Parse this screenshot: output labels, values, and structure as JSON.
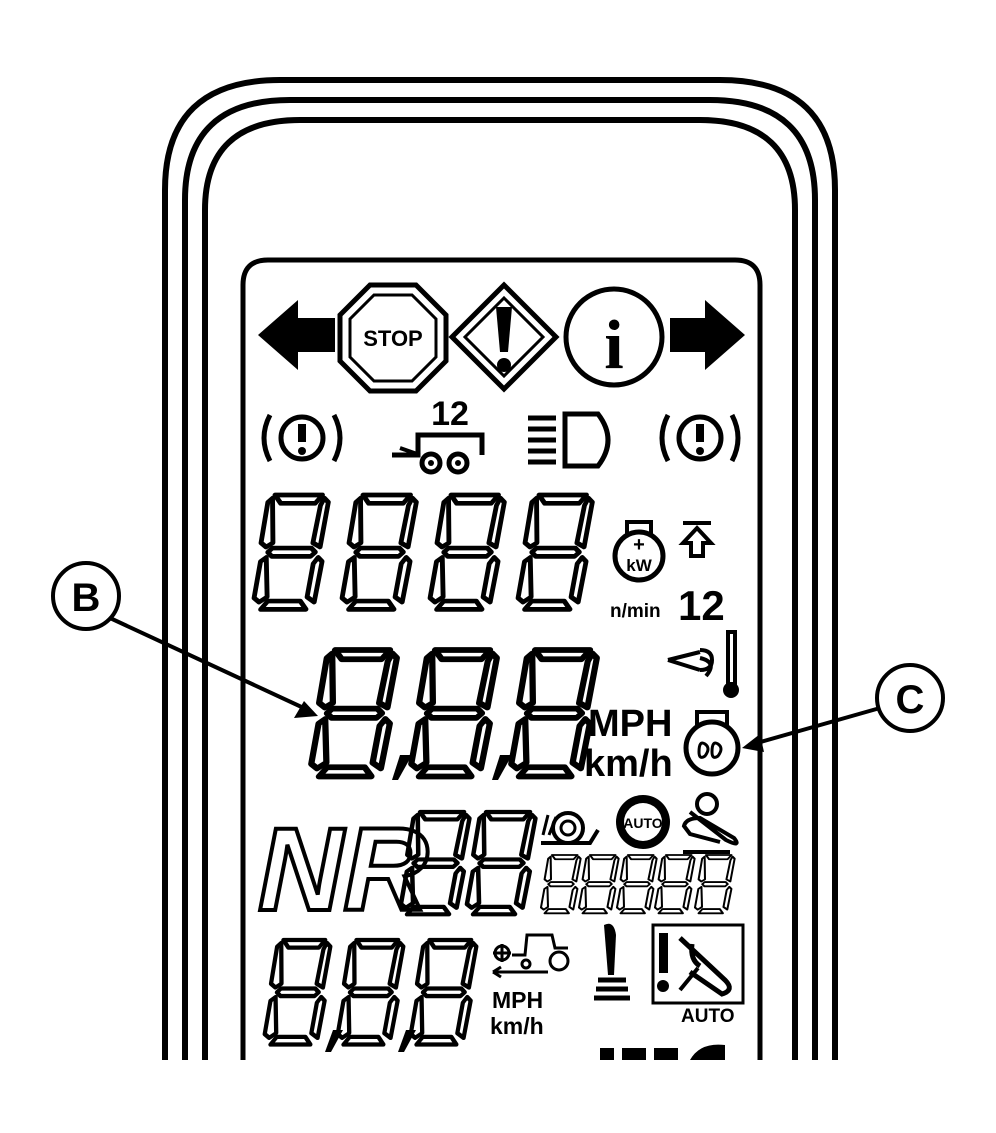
{
  "labels": {
    "stop": "STOP",
    "info": "i",
    "trailer_number": "12",
    "power_limit_number": "12",
    "rpm_unit": "n/min",
    "kw": "kW",
    "speed_unit_mph": "MPH",
    "speed_unit_kmh": "km/h",
    "gear_letters": "NR",
    "auto_badge": "AUTO",
    "small_speed_mph": "MPH",
    "small_speed_kmh": "km/h",
    "seat_auto": "AUTO"
  },
  "callouts": {
    "b": "B",
    "c": "C"
  },
  "icons": {
    "turn_left": "arrow-left-icon",
    "stop": "stop-sign-icon",
    "warning": "warning-diamond-icon",
    "info": "info-circle-icon",
    "turn_right": "arrow-right-icon",
    "brake_left": "brake-warning-icon",
    "trailer": "trailer-icon",
    "headlight": "high-beam-icon",
    "brake_right": "brake-warning-icon",
    "engine_power": "engine-power-boost-icon",
    "up_arrow": "upshift-arrow-icon",
    "exhaust_temp": "exhaust-temperature-icon",
    "engine_preheat": "engine-glow-plug-icon",
    "snail": "creeper-snail-icon",
    "auto_gear": "auto-shift-gear-icon",
    "pto_hand": "hand-throttle-icon",
    "ground_speed": "ground-speed-radar-icon",
    "joystick": "joystick-icon",
    "seat_warning": "seat-warning-icon"
  }
}
